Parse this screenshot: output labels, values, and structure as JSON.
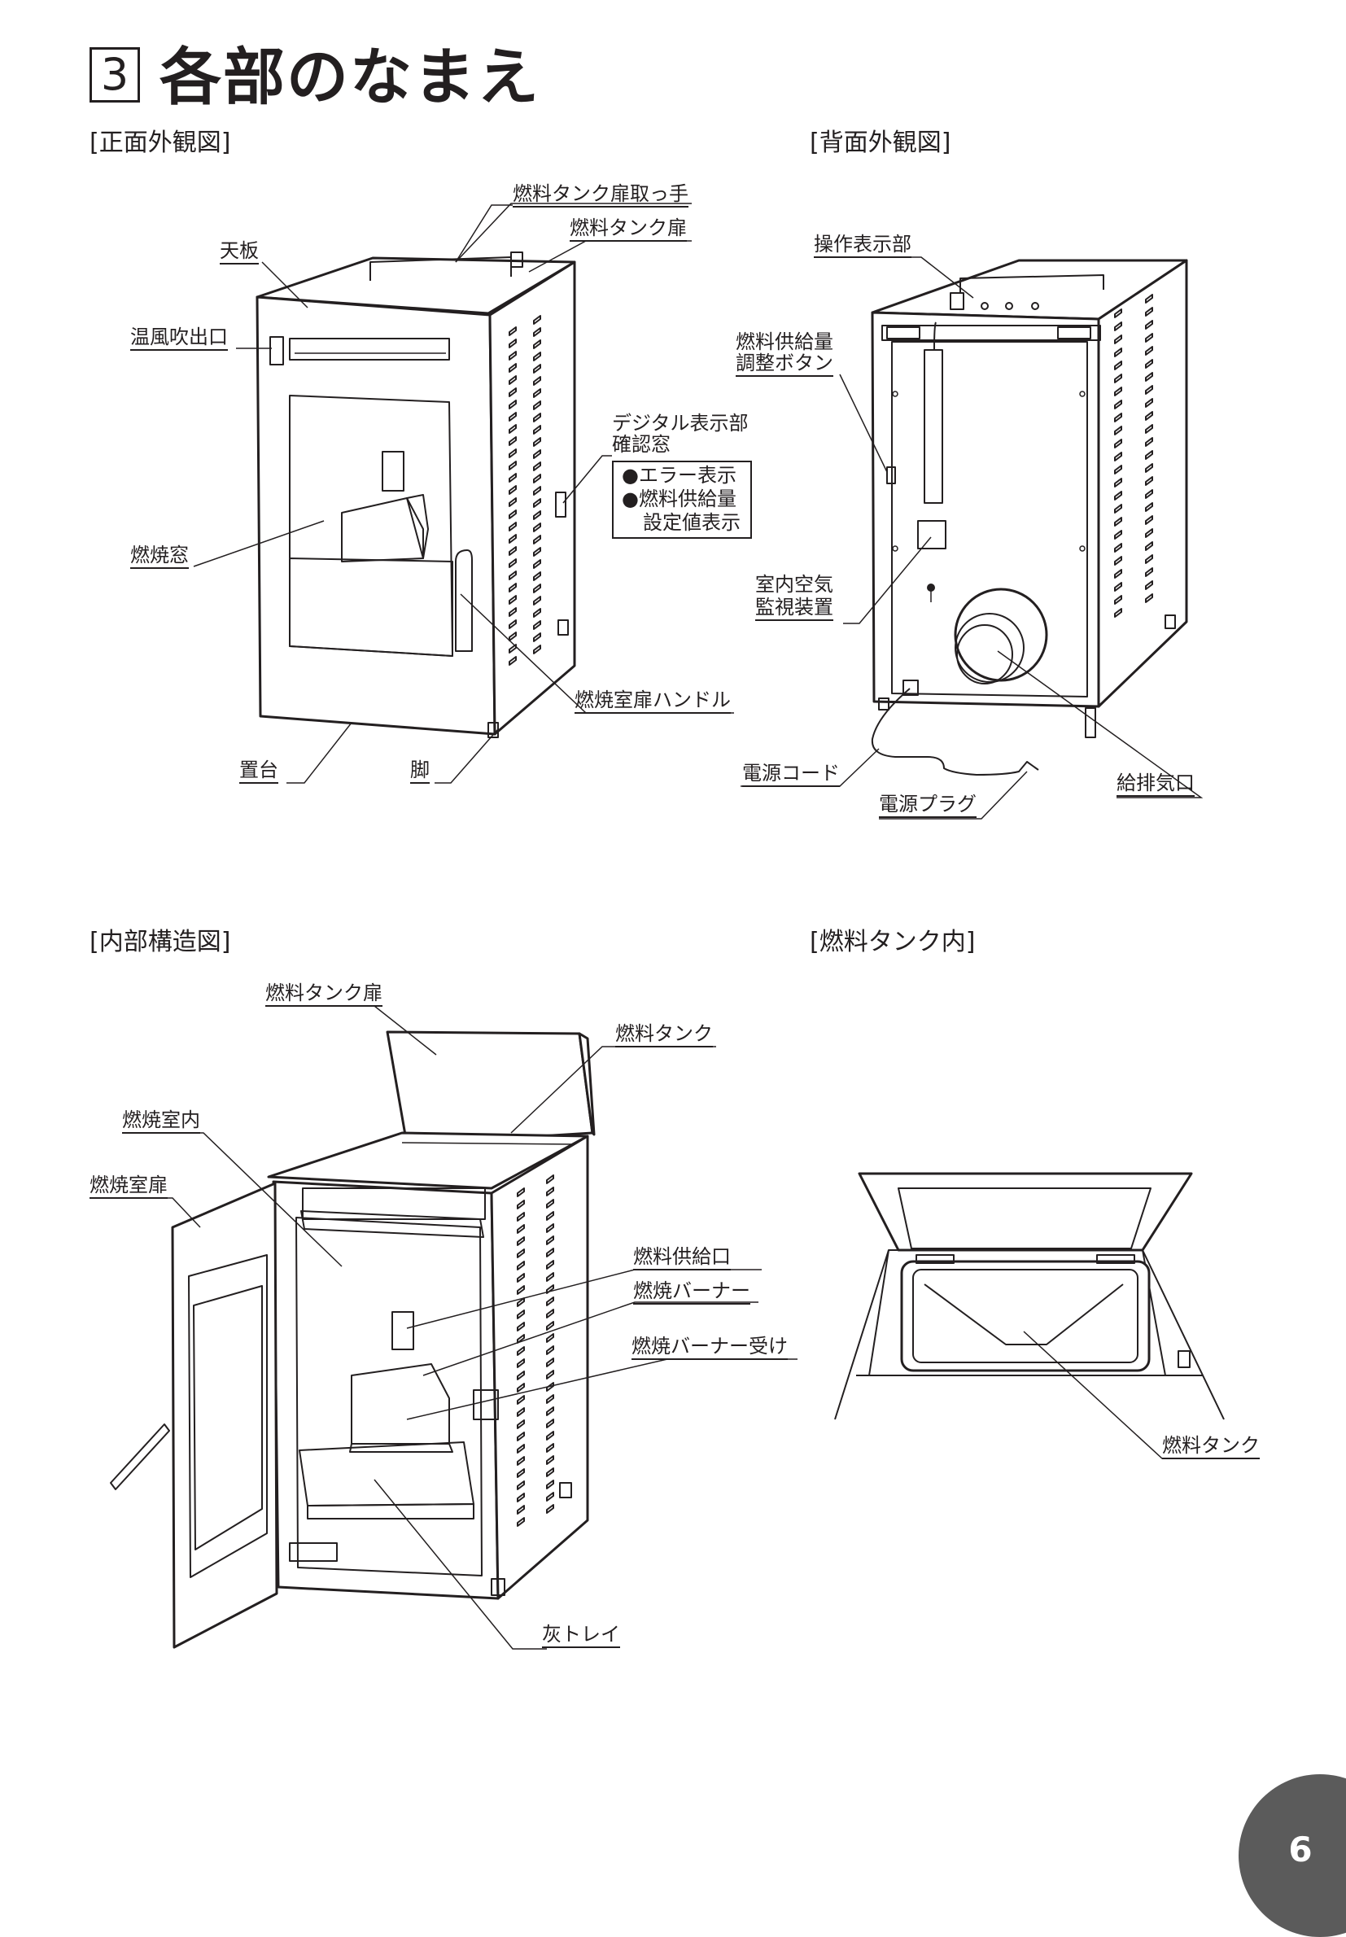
{
  "header": {
    "section_number": "3",
    "title": "各部のなまえ"
  },
  "views": {
    "front": {
      "title": "[正面外観図]",
      "labels": {
        "tank_door_handle": "燃料タンク扉取っ手",
        "tank_door": "燃料タンク扉",
        "top_plate": "天板",
        "warm_air_outlet": "温風吹出口",
        "display_window": "デジタル表示部",
        "display_window2": "確認窓",
        "combustion_window": "燃焼窓",
        "door_handle": "燃焼室扉ハンドル",
        "base": "置台",
        "leg": "脚"
      },
      "display_info": [
        "●エラー表示",
        "●燃料供給量",
        "設定値表示"
      ]
    },
    "back": {
      "title": "[背面外観図]",
      "labels": {
        "control_panel": "操作表示部",
        "fuel_adjust_1": "燃料供給量",
        "fuel_adjust_2": "調整ボタン",
        "air_monitor_1": "室内空気",
        "air_monitor_2": "監視装置",
        "power_cord": "電源コード",
        "power_plug": "電源プラグ",
        "flue": "給排気口"
      }
    },
    "interior": {
      "title": "[内部構造図]",
      "labels": {
        "tank_door": "燃料タンク扉",
        "tank": "燃料タンク",
        "chamber_inside": "燃焼室内",
        "chamber_door": "燃焼室扉",
        "fuel_inlet": "燃料供給口",
        "burner": "燃焼バーナー",
        "burner_holder": "燃焼バーナー受け",
        "ash_tray": "灰トレイ"
      }
    },
    "tank_inside": {
      "title": "[燃料タンク内]",
      "labels": {
        "tank": "燃料タンク"
      }
    }
  },
  "footer": {
    "page_number": "6"
  }
}
